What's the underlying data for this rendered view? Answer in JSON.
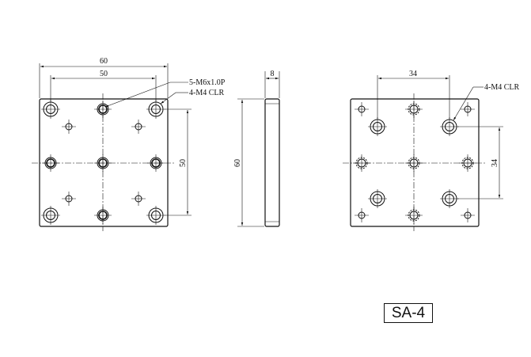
{
  "drawing": {
    "left_view": {
      "width_label": "60",
      "hole_pitch_label": "50",
      "vertical_pitch_label": "50",
      "callout_tap": "5-M6x1.0P",
      "callout_clearance": "4-M4 CLR"
    },
    "side_view": {
      "thickness_label": "8",
      "height_label": "60"
    },
    "right_view": {
      "hole_pitch_label": "34",
      "vertical_pitch_label": "34",
      "callout_clearance": "4-M4 CLR"
    },
    "part_label": "SA-4"
  }
}
